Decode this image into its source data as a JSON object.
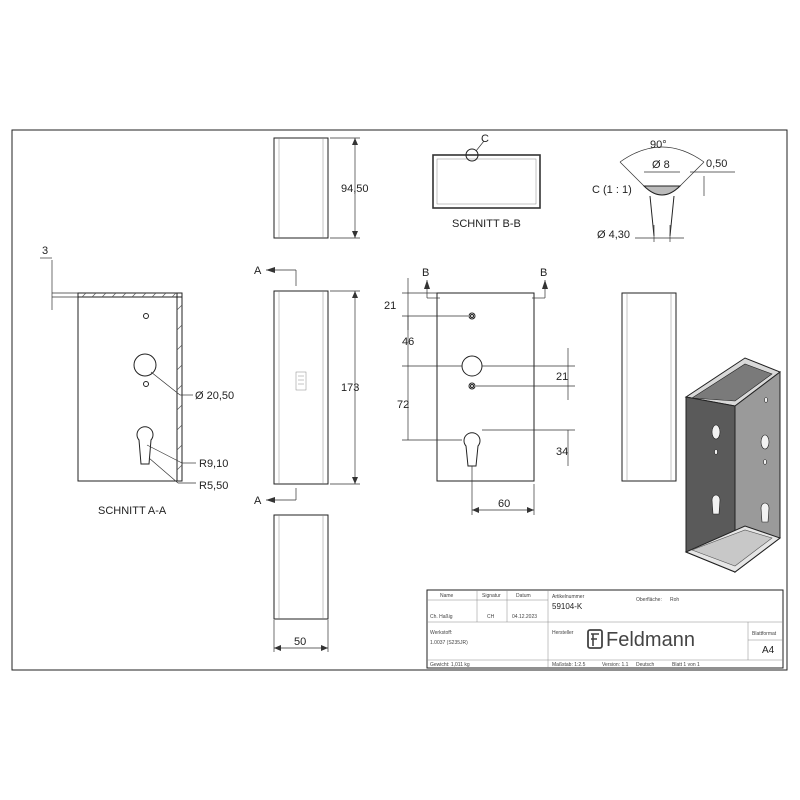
{
  "dims": {
    "height_top": "94,50",
    "wall": "3",
    "height_front": "173",
    "d_bore": "Ø 20,50",
    "r1": "R9,10",
    "r2": "R5,50",
    "d21": "21",
    "d46": "46",
    "d72": "72",
    "d21b": "21",
    "d34": "34",
    "d60": "60",
    "d50": "50",
    "angle": "90°",
    "d8": "Ø 8",
    "d050": "0,50",
    "d430": "Ø 4,30"
  },
  "labels": {
    "schnitt_aa": "SCHNITT A-A",
    "schnitt_bb": "SCHNITT B-B",
    "detail_c": "C (1 : 1)",
    "c_mark": "C",
    "a_top": "A",
    "a_bottom": "A",
    "b_left": "B",
    "b_right": "B"
  },
  "title_block": {
    "h_name": "Name",
    "h_sign": "Signatur",
    "h_date": "Datum",
    "name": "Ch. Haßig",
    "sign": "CH",
    "date": "04.12.2023",
    "h_article": "Artikelnummer",
    "article": "59104-K",
    "h_surface": "Oberfläche:",
    "surface": "Roh",
    "h_material": "Werkstoff:",
    "material": "1.0037 (S235JR)",
    "h_maker": "Hersteller",
    "brand": "Feldmann",
    "h_format": "Blattformat",
    "format": "A4",
    "weight": "Gewicht: 1,011 kg",
    "scale": "Maßstab: 1:2.5",
    "version": "Version: 1.1",
    "lang": "Deutsch",
    "sheet": "Blatt 1 von 1"
  },
  "colors": {
    "line": "#222222",
    "shade_dark": "#5a5a5a",
    "shade_mid": "#9a9a9a",
    "shade_light": "#d9d9d9"
  }
}
